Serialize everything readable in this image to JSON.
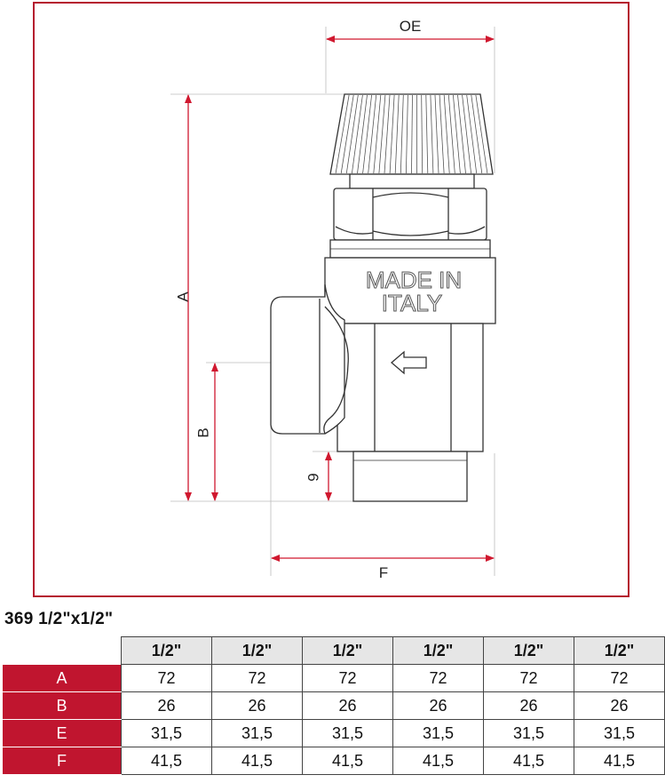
{
  "drawing": {
    "labels": {
      "oe": "OE",
      "a": "A",
      "b": "B",
      "nine": "9",
      "f": "F"
    },
    "stamp_line1": "MADE IN",
    "stamp_line2": "ITALY",
    "colors": {
      "frame": "#b5162e",
      "arrow": "#d0182f",
      "outline": "#333333"
    }
  },
  "table": {
    "title": "369 1/2\"x1/2\"",
    "columns": [
      "1/2\"",
      "1/2\"",
      "1/2\"",
      "1/2\"",
      "1/2\"",
      "1/2\""
    ],
    "rows": [
      {
        "label": "A",
        "values": [
          "72",
          "72",
          "72",
          "72",
          "72",
          "72"
        ]
      },
      {
        "label": "B",
        "values": [
          "26",
          "26",
          "26",
          "26",
          "26",
          "26"
        ]
      },
      {
        "label": "E",
        "values": [
          "31,5",
          "31,5",
          "31,5",
          "31,5",
          "31,5",
          "31,5"
        ]
      },
      {
        "label": "F",
        "values": [
          "41,5",
          "41,5",
          "41,5",
          "41,5",
          "41,5",
          "41,5"
        ]
      }
    ],
    "header_color": "#e6e6e6",
    "row_label_color": "#c0152f"
  }
}
